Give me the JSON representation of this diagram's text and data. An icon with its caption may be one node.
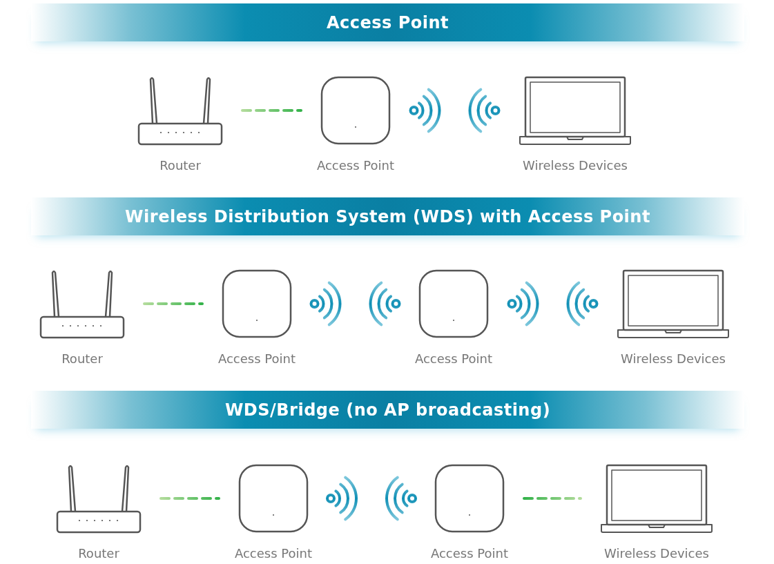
{
  "diagram": {
    "nodes": [
      {
        "text": [
          "Access Point"
        ]
      },
      {
        "text": [
          "Router"
        ]
      },
      {
        "text": [
          "Access Point"
        ]
      },
      {
        "text": [
          "Wireless Devices"
        ]
      },
      {
        "text": [
          "Wireless Distribution System (WDS) with Access Point"
        ]
      },
      {
        "text": [
          "Router"
        ]
      },
      {
        "text": [
          "Access Point"
        ]
      },
      {
        "text": [
          "Access Point"
        ]
      },
      {
        "text": [
          "Wireless Devices"
        ]
      },
      {
        "text": [
          "WDS/Bridge (no AP broadcasting)"
        ]
      },
      {
        "text": [
          "Router"
        ]
      },
      {
        "text": [
          "Access Point"
        ]
      },
      {
        "text": [
          "Access Point"
        ]
      },
      {
        "text": [
          "Wireless Devices"
        ]
      }
    ],
    "edges": [
      {
        "from": 1,
        "to": 2,
        "arrow": "none",
        "style": "dashed"
      },
      {
        "from": 5,
        "to": 6,
        "arrow": "none",
        "style": "dashed"
      },
      {
        "from": 10,
        "to": 11,
        "arrow": "none",
        "style": "dashed"
      },
      {
        "from": 12,
        "to": 13,
        "arrow": "none",
        "style": "dashed"
      }
    ]
  }
}
